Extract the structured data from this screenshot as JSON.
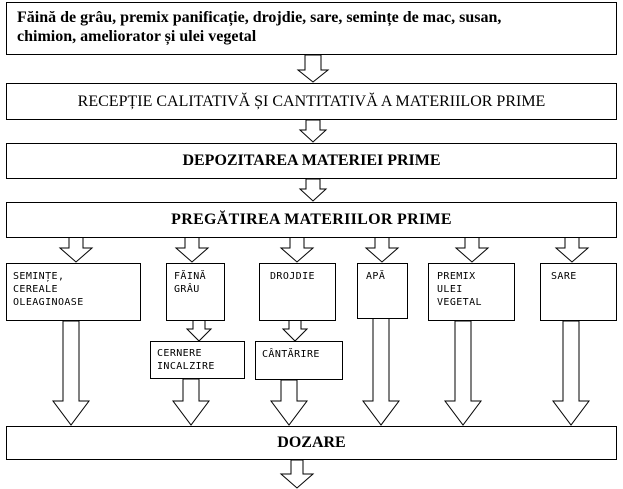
{
  "top": {
    "line1": "Făină de grâu, premix panificație, drojdie, sare, semințe de mac, susan,",
    "line2": "chimion, ameliorator și ulei vegetal"
  },
  "steps": {
    "receptie": "RECEPȚIE CALITATIVĂ ȘI CANTITATIVĂ A MATERIILOR PRIME",
    "depozitare": "DEPOZITAREA MATERIEI PRIME",
    "pregatire": "PREGĂTIREA MATERIILOR PRIME",
    "dozare": "DOZARE"
  },
  "branches": {
    "seminte": [
      "SEMINȚE,",
      "CEREALE",
      "OLEAGINOASE"
    ],
    "faina": [
      "FĂINĂ",
      "GRÂU"
    ],
    "drojdie": [
      "DROJDIE"
    ],
    "apa": [
      "APĂ"
    ],
    "premix": [
      "PREMIX",
      "ULEI",
      "VEGETAL"
    ],
    "sare": [
      "SARE"
    ]
  },
  "sub": {
    "cernere": [
      "CERNERE",
      "INCALZIRE"
    ],
    "cantarire": "CÂNTĂRIRE"
  }
}
